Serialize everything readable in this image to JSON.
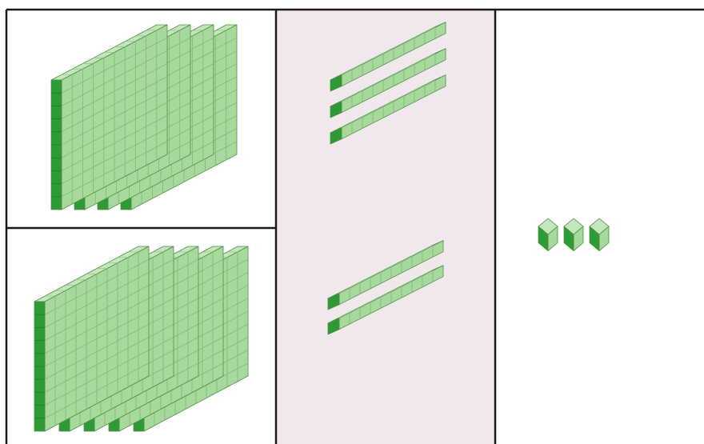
{
  "colors": {
    "face_top": "#c4e6bb",
    "face_front": "#a6d99b",
    "face_side": "#2e9a34",
    "grid_top": "#8fc784",
    "grid_front": "#7ab56e",
    "grid_side": "#1f7a27",
    "edge": "#4f8f46",
    "frame": "#1a1a1a",
    "tens_panel_bg": "#f1e8ee",
    "page_bg": "#ffffff"
  },
  "panels": [
    {
      "name": "hundreds-top",
      "block": "hundred-flat",
      "count": 4
    },
    {
      "name": "hundreds-bottom",
      "block": "hundred-flat",
      "count": 5
    },
    {
      "name": "tens-top",
      "block": "ten-rod",
      "count": 3
    },
    {
      "name": "tens-bottom",
      "block": "ten-rod",
      "count": 2
    },
    {
      "name": "ones",
      "block": "unit-cube",
      "count": 3
    }
  ]
}
